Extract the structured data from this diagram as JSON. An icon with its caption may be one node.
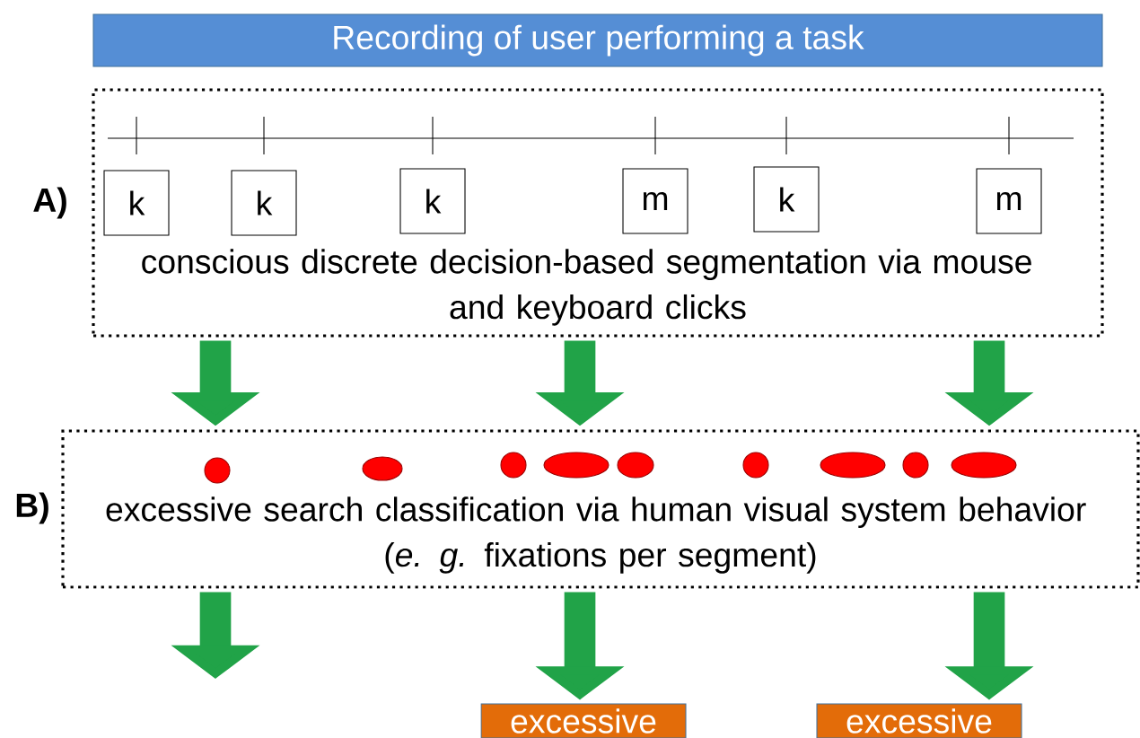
{
  "diagram": {
    "nodes": [
      {
        "text": [
          "Recording of user performing a task"
        ]
      },
      {
        "text": [
          "conscious discrete decision-based segmentation via mouse and keyboard clicks"
        ],
        "beside": [
          "A)"
        ]
      },
      {
        "text": [
          "k"
        ],
        "in": 1
      },
      {
        "text": [
          "k"
        ],
        "in": 1
      },
      {
        "text": [
          "k"
        ],
        "in": 1
      },
      {
        "text": [
          "m"
        ],
        "in": 1
      },
      {
        "text": [
          "k"
        ],
        "in": 1
      },
      {
        "text": [
          "m"
        ],
        "in": 1
      },
      {
        "text": [
          "excessive search classification via human visual system behavior (*e. g.* fixations per segment)"
        ],
        "beside": [
          "B)"
        ]
      },
      {
        "text": [
          "excessive"
        ]
      },
      {
        "text": [
          "excessive"
        ]
      }
    ],
    "edges": [
      {
        "from": 1,
        "to": 8,
        "arrow": "to"
      },
      {
        "from": 1,
        "to": 8,
        "arrow": "to"
      },
      {
        "from": 1,
        "to": 8,
        "arrow": "to"
      },
      {
        "from": 8,
        "to": null,
        "arrow": "to"
      },
      {
        "from": 8,
        "to": 9,
        "arrow": "to"
      },
      {
        "from": 8,
        "to": 10,
        "arrow": "to"
      }
    ]
  }
}
